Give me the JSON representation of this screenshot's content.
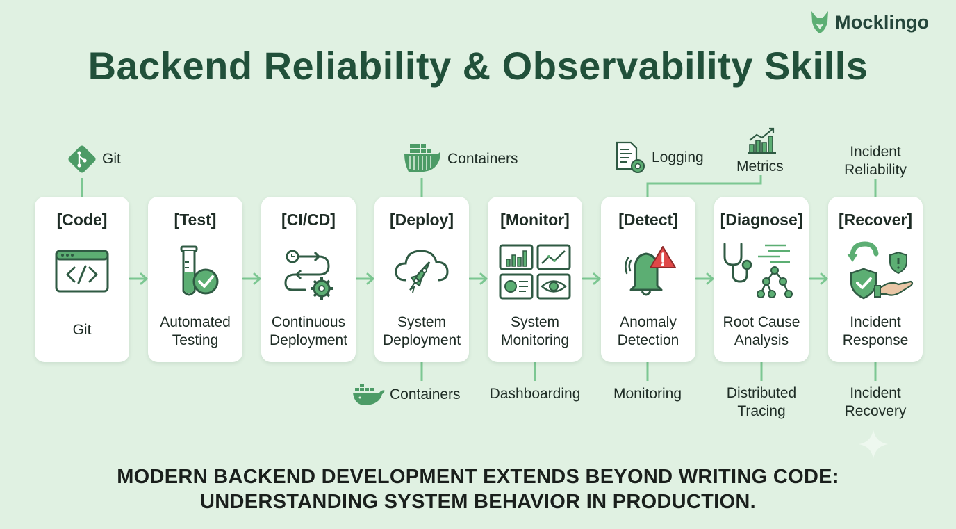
{
  "brand": {
    "name": "Mocklingo",
    "icon": "fox-head-icon"
  },
  "title": "Backend Reliability & Observability Skills",
  "colors": {
    "background": "#e0f1e2",
    "accent": "#3f9a5e",
    "title": "#21503a",
    "connector": "#7cc792",
    "alert": "#e04848"
  },
  "stages": [
    {
      "head": "[Code]",
      "label": [
        "Git"
      ],
      "icon": "code-window-icon"
    },
    {
      "head": "[Test]",
      "label": [
        "Automated",
        "Testing"
      ],
      "icon": "test-tube-check-icon"
    },
    {
      "head": "[CI/CD]",
      "label": [
        "Continuous",
        "Deployment"
      ],
      "icon": "pipeline-gear-icon"
    },
    {
      "head": "[Deploy]",
      "label": [
        "System",
        "Deployment"
      ],
      "icon": "cloud-rocket-icon"
    },
    {
      "head": "[Monitor]",
      "label": [
        "System",
        "Monitoring"
      ],
      "icon": "dashboard-panels-icon"
    },
    {
      "head": "[Detect]",
      "label": [
        "Anomaly",
        "Detection"
      ],
      "icon": "alert-bell-icon"
    },
    {
      "head": "[Diagnose]",
      "label": [
        "Root Cause",
        "Analysis"
      ],
      "icon": "stethoscope-tree-icon"
    },
    {
      "head": "[Recover]",
      "label": [
        "Incident",
        "Response"
      ],
      "icon": "recover-shield-hand-icon"
    }
  ],
  "tools_top": {
    "git": "Git",
    "containers": "Containers",
    "logging": "Logging",
    "metrics": "Metrics",
    "incident_reliability": [
      "Incident",
      "Reliability"
    ]
  },
  "tools_bottom": {
    "containers": "Containers",
    "dashboarding": "Dashboarding",
    "monitoring": "Monitoring",
    "distributed_tracing": [
      "Distributed",
      "Tracing"
    ],
    "incident_recovery": [
      "Incident",
      "Recovery"
    ]
  },
  "footer": [
    "MODERN BACKEND DEVELOPMENT EXTENDS BEYOND WRITING CODE:",
    "UNDERSTANDING SYSTEM BEHAVIOR IN PRODUCTION."
  ]
}
